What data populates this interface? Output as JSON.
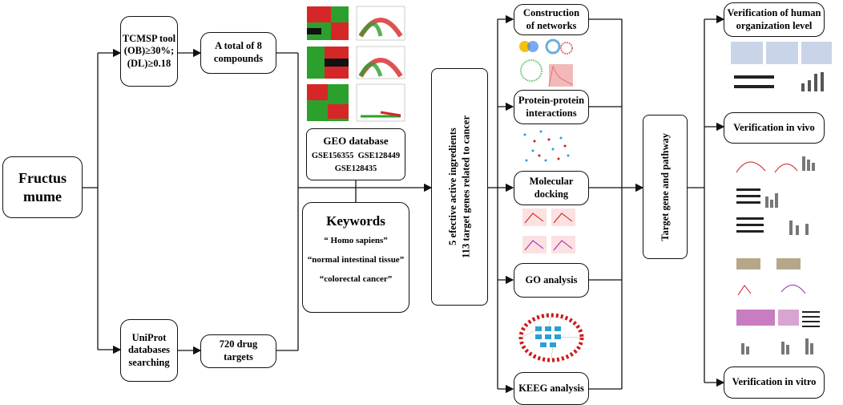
{
  "source": {
    "label": "Fructus mume"
  },
  "tcmsp": {
    "lines": [
      "TCMSP tool",
      "(OB)≥30%;",
      "(DL)≥0.18"
    ]
  },
  "compounds": {
    "lines": [
      "A total of 8",
      "compounds"
    ]
  },
  "uniprot": {
    "lines": [
      "UniProt",
      "databases",
      "searching"
    ]
  },
  "drug_targets": {
    "lines": [
      "720 drug",
      "targets"
    ]
  },
  "geo": {
    "title": "GEO database",
    "ids_line1": "GSE156355  GSE128449",
    "ids_line2": "GSE128435"
  },
  "keywords": {
    "title": "Keywords",
    "items": [
      "“ Homo sapiens”",
      "“normal intestinal tissue”",
      "“colorectal cancer”"
    ]
  },
  "summary": {
    "line1": "5 efective active ingredients",
    "line2": "113 target genes related to cancer"
  },
  "analyses": [
    {
      "lines": [
        "Construction",
        "of networks"
      ]
    },
    {
      "lines": [
        "Protein-protein",
        "interactions"
      ]
    },
    {
      "lines": [
        "Molecular",
        "docking"
      ]
    },
    {
      "lines": [
        "GO analysis"
      ]
    },
    {
      "lines": [
        "KEEG analysis"
      ]
    }
  ],
  "target": {
    "label": "Target gene and pathway"
  },
  "verifications": [
    {
      "lines": [
        "Verification of human",
        "organization level"
      ]
    },
    {
      "lines": [
        "Verification in vivo"
      ]
    },
    {
      "lines": [
        "Verification in vitro"
      ]
    }
  ],
  "colors": {
    "line": "#111111",
    "heat_red": "#d62728",
    "heat_green": "#2ca02c",
    "network_red": "#cc1a1a",
    "network_blue": "#2a9fd6"
  }
}
